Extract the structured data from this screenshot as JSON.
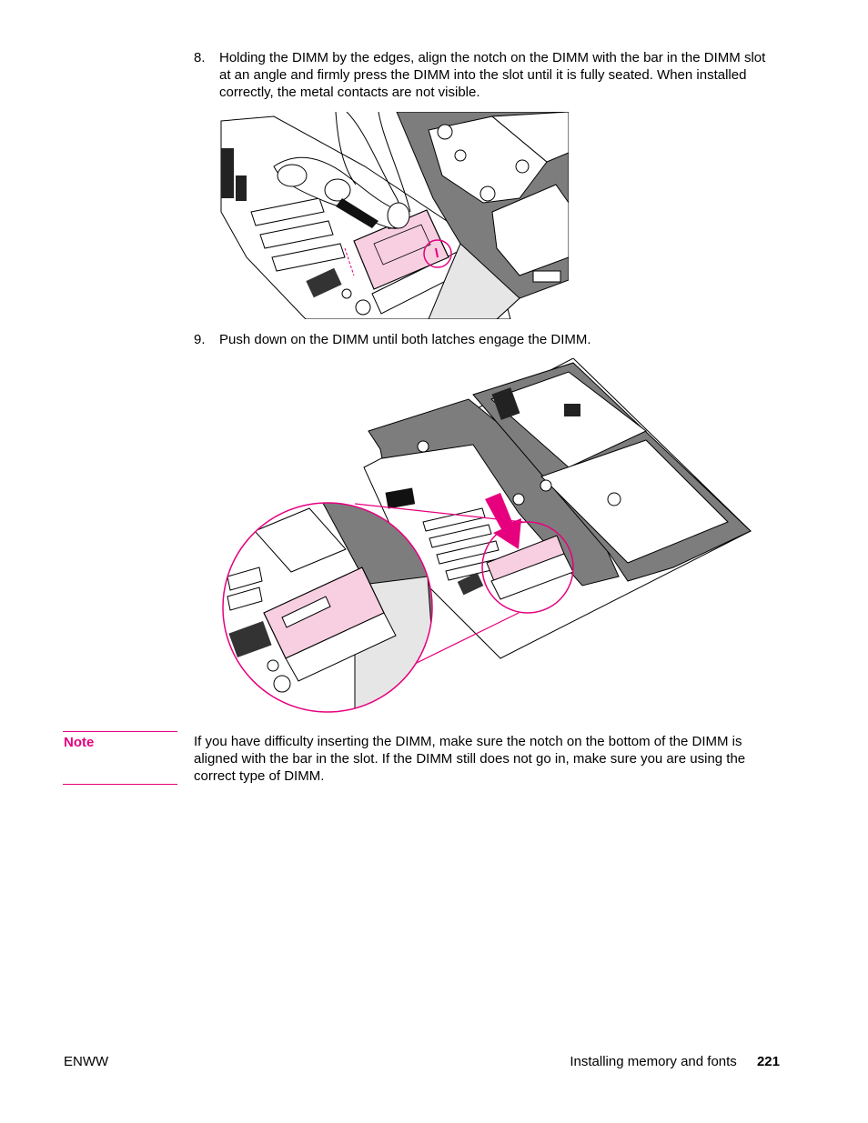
{
  "steps": [
    {
      "number": "8.",
      "text": "Holding the DIMM by the edges, align the notch on the DIMM with the bar in the DIMM slot at an angle and firmly press the DIMM into the slot until it is fully seated. When installed correctly, the metal contacts are not visible."
    },
    {
      "number": "9.",
      "text": "Push down on the DIMM until both latches engage the DIMM."
    }
  ],
  "note": {
    "label": "Note",
    "text": "If you have difficulty inserting the DIMM, make sure the notch on the bottom of the DIMM is aligned with the bar in the slot. If the DIMM still does not go in, make sure you are using the correct type of DIMM."
  },
  "footer": {
    "left": "ENWW",
    "section": "Installing memory and fonts",
    "page_number": "221"
  },
  "colors": {
    "accent": "#e6007e",
    "dimm_fill": "#f7cfe0",
    "bracket_gray": "#7d7d7d"
  }
}
